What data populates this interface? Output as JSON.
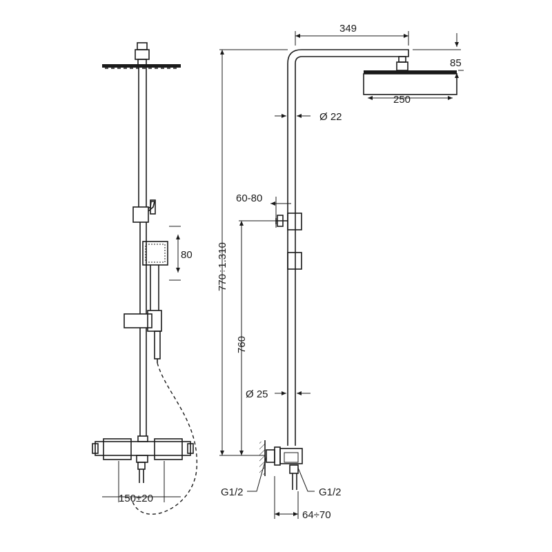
{
  "dimensions": {
    "top_width": "349",
    "head_height": "85",
    "head_width": "250",
    "upper_pipe_diameter": "Ø 22",
    "offset": "60-80",
    "total_height": "770÷1.310",
    "outlet_height": "760",
    "lower_pipe_diameter": "Ø 25",
    "inlet_left": "G1/2",
    "inlet_right": "G1/2",
    "wall_offset": "64÷70",
    "handshower_size": "80",
    "mixer_spacing": "150±20"
  }
}
